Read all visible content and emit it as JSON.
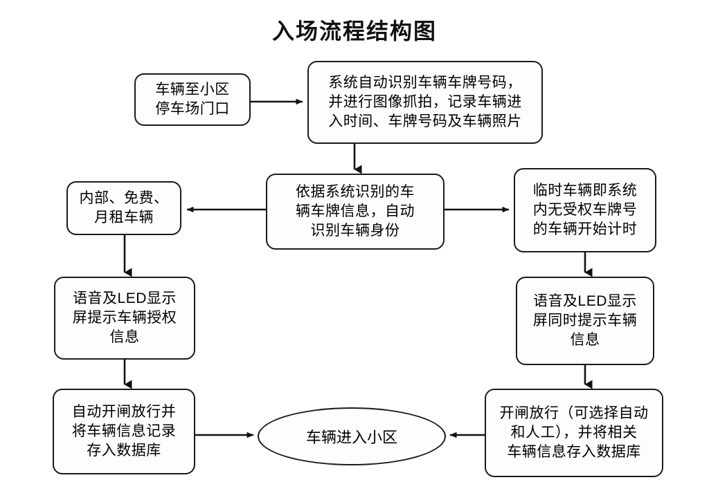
{
  "title": "入场流程结构图",
  "diagram": {
    "type": "flowchart",
    "orientation": "top-down, branching left/right",
    "colors": {
      "stroke": "#1a1a1a",
      "fill": "#fdfdfd",
      "text": "#000000",
      "background": "#ffffff"
    },
    "nodes": [
      {
        "id": "start",
        "shape": "rounded-rectangle",
        "text": "车辆至小区\n停车场门口"
      },
      {
        "id": "recognize",
        "shape": "rounded-rectangle",
        "text": "系统自动识别车辆车牌号码，\n并进行图像抓拍，记录车辆进\n入时间、车牌号码及车辆照片"
      },
      {
        "id": "identify",
        "shape": "rounded-rectangle",
        "text": "依据系统识别的车\n辆车牌信息，自动\n识别车辆身份"
      },
      {
        "id": "authorized",
        "shape": "rounded-rectangle",
        "text": "内部、免费、\n月租车辆"
      },
      {
        "id": "temporary",
        "shape": "rounded-rectangle",
        "text": "临时车辆即系统\n内无受权车牌号\n的车辆开始计时"
      },
      {
        "id": "led-left",
        "shape": "rounded-rectangle",
        "text": "语音及LED显示\n屏提示车辆授权\n信息"
      },
      {
        "id": "led-right",
        "shape": "rounded-rectangle",
        "text": "语音及LED显示\n屏同时提示车辆\n信息"
      },
      {
        "id": "gate-left",
        "shape": "rounded-rectangle",
        "text": "自动开闸放行并\n将车辆信息记录\n存入数据库"
      },
      {
        "id": "gate-right",
        "shape": "rounded-rectangle",
        "text": "开闸放行（可选择自动\n和人工），并将相关\n车辆信息存入数据库"
      },
      {
        "id": "end",
        "shape": "ellipse",
        "text": "车辆进入小区"
      }
    ],
    "edges": [
      {
        "from": "start",
        "to": "recognize",
        "direction": "right"
      },
      {
        "from": "recognize",
        "to": "identify",
        "direction": "down"
      },
      {
        "from": "identify",
        "to": "authorized",
        "direction": "left"
      },
      {
        "from": "identify",
        "to": "temporary",
        "direction": "right"
      },
      {
        "from": "authorized",
        "to": "led-left",
        "direction": "down"
      },
      {
        "from": "temporary",
        "to": "led-right",
        "direction": "down"
      },
      {
        "from": "led-left",
        "to": "gate-left",
        "direction": "down"
      },
      {
        "from": "led-right",
        "to": "gate-right",
        "direction": "down"
      },
      {
        "from": "gate-left",
        "to": "end",
        "direction": "right"
      },
      {
        "from": "gate-right",
        "to": "end",
        "direction": "left"
      }
    ]
  }
}
